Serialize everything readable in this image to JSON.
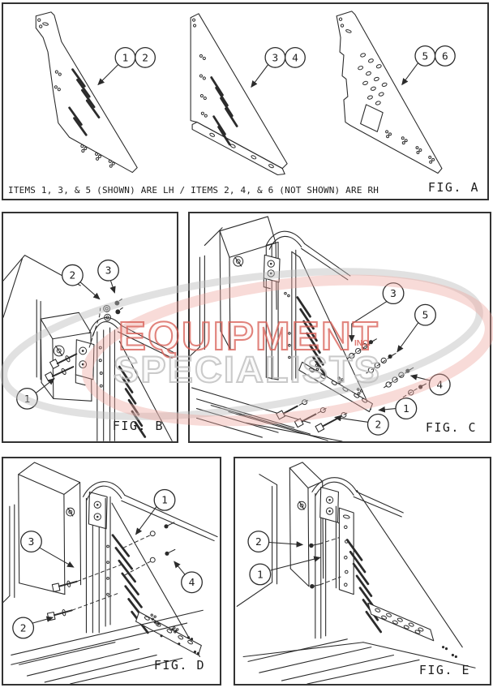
{
  "document": {
    "type": "installation-diagram"
  },
  "colors": {
    "line": "#2b2b2b",
    "watermark_red": "#d96057",
    "watermark_ring": "#eda49d",
    "watermark_gray": "#bdbdbd"
  },
  "watermark": {
    "word1": "EQUIPMENT",
    "word2": "SPECIALISTS",
    "word3": "INC."
  },
  "panels": {
    "a": {
      "fig": "FIG. A",
      "caption": "ITEMS 1, 3, & 5 (SHOWN) ARE LH / ITEMS 2, 4, & 6 (NOT SHOWN) ARE RH",
      "callouts": [
        "1",
        "2",
        "3",
        "4",
        "5",
        "6"
      ]
    },
    "b": {
      "fig": "FIG. B",
      "callouts": [
        "1",
        "2",
        "3"
      ]
    },
    "c": {
      "fig": "FIG. C",
      "callouts": [
        "1",
        "2",
        "3",
        "4",
        "5"
      ]
    },
    "d": {
      "fig": "FIG. D",
      "callouts": [
        "1",
        "2",
        "3",
        "4"
      ]
    },
    "e": {
      "fig": "FIG. E",
      "callouts": [
        "1",
        "2"
      ]
    }
  }
}
